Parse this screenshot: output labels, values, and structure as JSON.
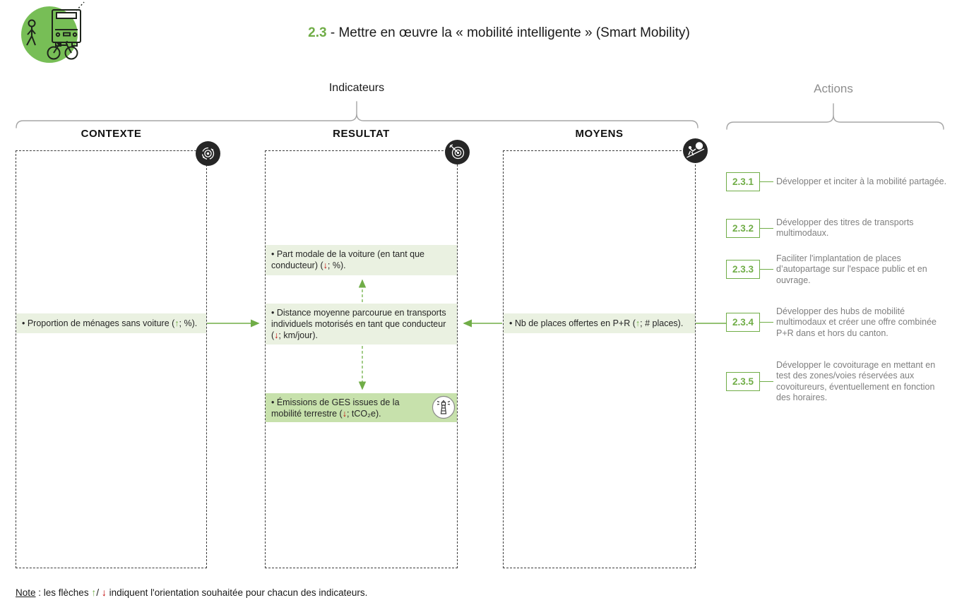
{
  "title": {
    "number": "2.3",
    "text": " - Mettre en œuvre la « mobilité intelligente » (Smart Mobility)"
  },
  "groups": {
    "indicateurs": "Indicateurs",
    "actions": "Actions"
  },
  "indicators": {
    "contexte": {
      "label": "CONTEXTE",
      "icon": "context-radar-icon",
      "item": {
        "pre": "• Proportion de ménages sans voiture (",
        "arrow": "↑",
        "dir": "up",
        "post": "; %)."
      }
    },
    "resultat": {
      "label": "RESULTAT",
      "icon": "target-icon",
      "items": [
        {
          "pre": "• Part modale de la voiture (en tant que conducteur) (",
          "arrow": "↓",
          "dir": "down",
          "post": "; %)."
        },
        {
          "pre": "• Distance moyenne parcourue en transports individuels motorisés en tant que conducteur (",
          "arrow": "↓",
          "dir": "down",
          "post": "; km/jour)."
        },
        {
          "pre": "• Émissions de GES issues de la mobilité terrestre (",
          "arrow": "↓",
          "dir": "down",
          "post": "; tCO₂e).",
          "badge_icon": "lighthouse-icon"
        }
      ]
    },
    "moyens": {
      "label": "MOYENS",
      "icon": "effort-push-ball-icon",
      "item": {
        "pre": "• Nb de places offertes en P+R (",
        "arrow": "↑",
        "dir": "up",
        "post": "; # places)."
      }
    }
  },
  "actions": {
    "items": [
      {
        "code": "2.3.1",
        "text": "Développer et inciter à la mobilité partagée."
      },
      {
        "code": "2.3.2",
        "text": "Développer des titres de transports multimodaux."
      },
      {
        "code": "2.3.3",
        "text": "Faciliter l'implantation de places d’autopartage sur l'espace public et en ouvrage."
      },
      {
        "code": "2.3.4",
        "text": "Développer des hubs de mobilité multimodaux et créer une offre combinée P+R dans et hors du canton."
      },
      {
        "code": "2.3.5",
        "text": "Développer le covoiturage en mettant en test des zones/voies réservées aux covoitureurs, éventuellement en fonction des horaires."
      }
    ]
  },
  "note": {
    "label": "Note",
    "pre": " : les flèches ",
    "up": "↑",
    "sep": "/ ",
    "down": "↓",
    "post": " indiquent l'orientation souhaitée pour chacun des indicateurs."
  },
  "colors": {
    "accent_green": "#70AD47",
    "logo_green": "#77BE56",
    "item_bg": "#EAF1E1",
    "item_bg_strong": "#C7E1AC",
    "arrow_red": "#C00000",
    "dark_icon_circle": "#262626",
    "gray_text": "#7F7F7F",
    "brace_gray": "#A6A6A6"
  }
}
